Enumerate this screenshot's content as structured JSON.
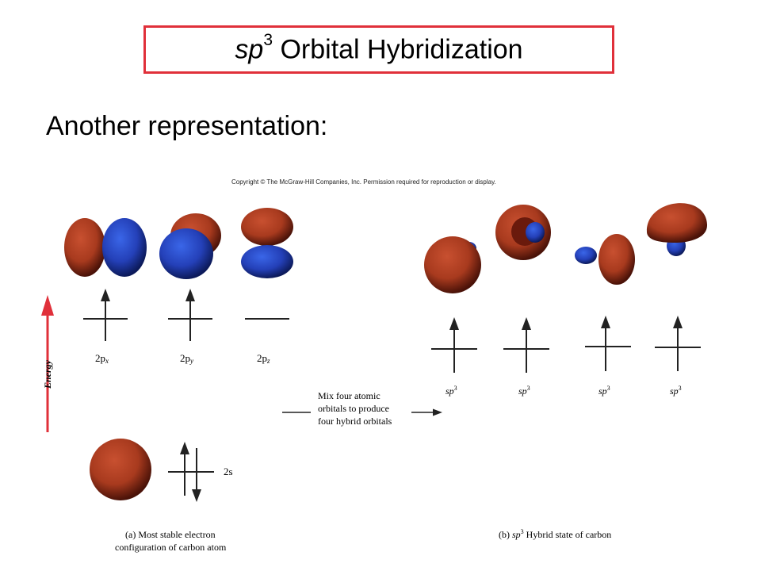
{
  "title": {
    "prefix": "sp",
    "superscript": "3",
    "suffix": " Orbital Hybridization"
  },
  "subtitle": "Another representation:",
  "copyright": "Copyright © The McGraw-Hill Companies, Inc. Permission required for reproduction or display.",
  "energy_axis_label": "Energy",
  "left_panel": {
    "p_orbitals": [
      {
        "label_main": "2p",
        "label_sub": "x",
        "electrons": 1
      },
      {
        "label_main": "2p",
        "label_sub": "y",
        "electrons": 1
      },
      {
        "label_main": "2p",
        "label_sub": "z",
        "electrons": 0
      }
    ],
    "s_orbital": {
      "label": "2s",
      "electrons": 2
    },
    "caption_line1": "(a)  Most stable electron",
    "caption_line2": "configuration of carbon atom"
  },
  "mix_text": [
    "Mix four atomic",
    "orbitals to produce",
    "four hybrid orbitals"
  ],
  "right_panel": {
    "hybrid_orbitals": [
      {
        "label_main": "sp",
        "label_sup": "3",
        "electrons": 1
      },
      {
        "label_main": "sp",
        "label_sup": "3",
        "electrons": 1
      },
      {
        "label_main": "sp",
        "label_sup": "3",
        "electrons": 1
      },
      {
        "label_main": "sp",
        "label_sup": "3",
        "electrons": 1
      }
    ],
    "caption_prefix": "(b)  ",
    "caption_sp": "sp",
    "caption_sup": "3",
    "caption_suffix": " Hybrid state of carbon"
  },
  "colors": {
    "title_border": "#e0303a",
    "lobe_red": "#b03a20",
    "lobe_blue": "#2a48c8",
    "energy_arrow": "#e0303a"
  }
}
